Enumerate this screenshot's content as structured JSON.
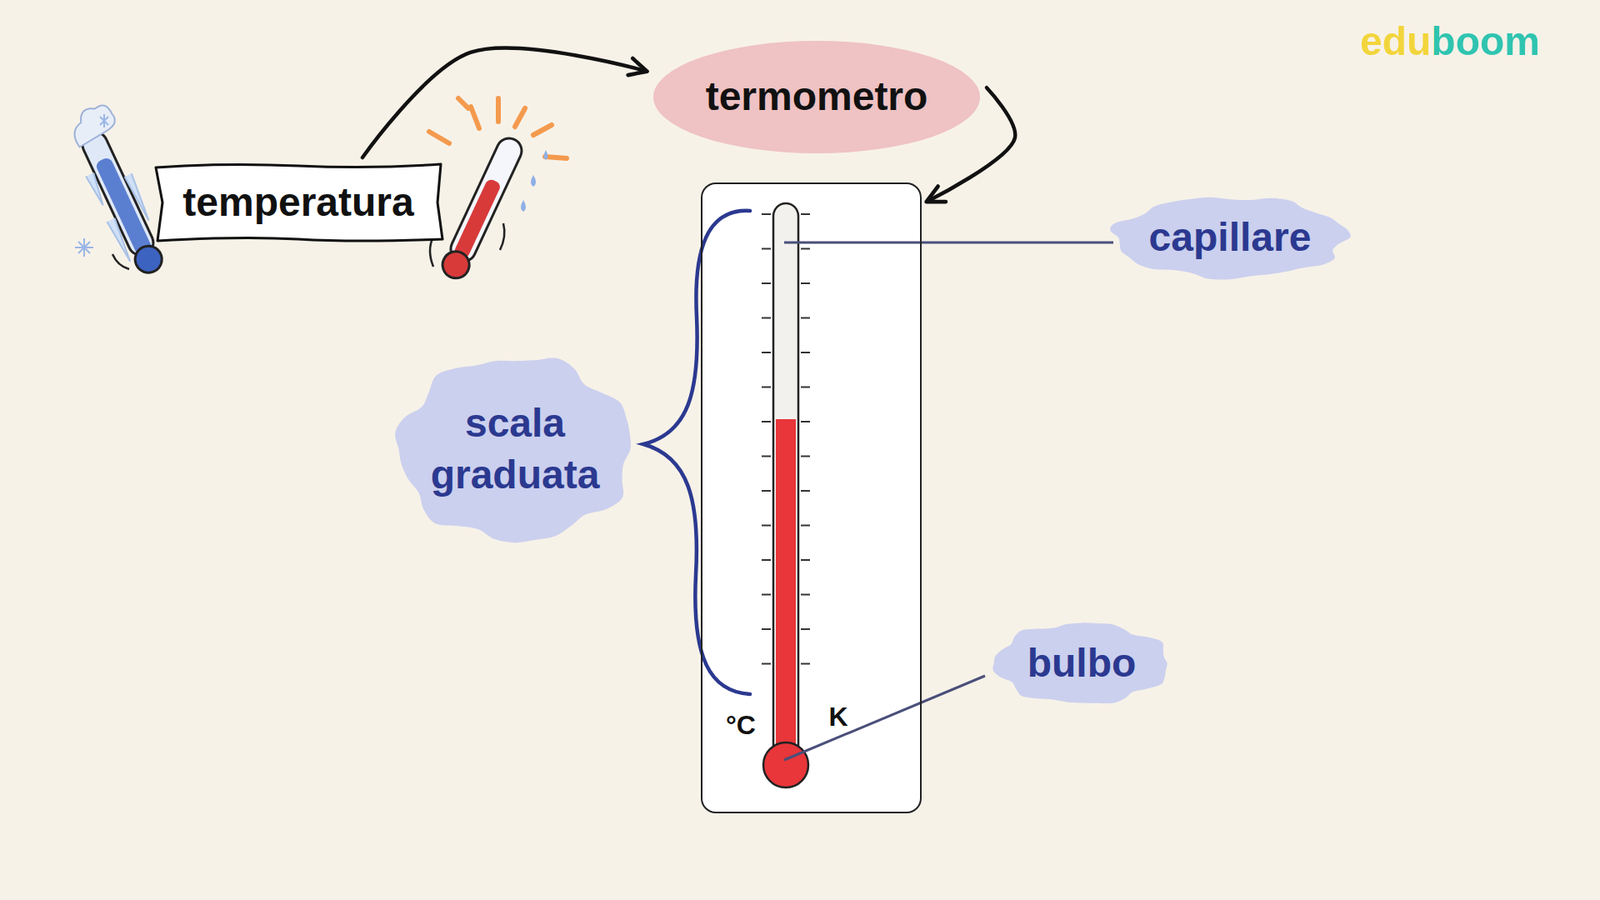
{
  "diagram": {
    "nodes": [
      {
        "text": [
          "temperatura"
        ]
      },
      {
        "text": [
          "termometro"
        ]
      },
      {
        "text": [
          "°C",
          "K"
        ]
      },
      {
        "text": [
          "capillare"
        ]
      },
      {
        "text": [
          "scala graduata"
        ]
      },
      {
        "text": [
          "bulbo"
        ]
      }
    ],
    "edges": [
      {
        "from": 0,
        "to": 1,
        "arrow": "to"
      },
      {
        "from": 1,
        "to": 2,
        "arrow": "to"
      }
    ],
    "labels": [
      "eduboom"
    ]
  }
}
